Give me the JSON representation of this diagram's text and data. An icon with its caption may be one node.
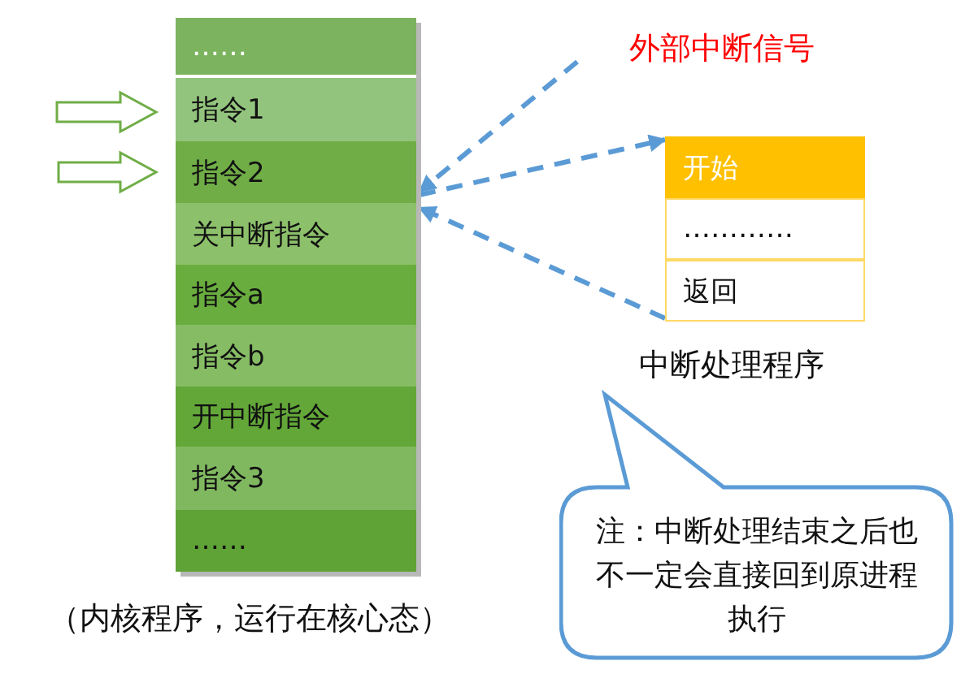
{
  "diagram": {
    "nodes": [
      {
        "text": [
          "……"
        ]
      },
      {
        "text": [
          "指令1"
        ]
      },
      {
        "text": [
          "指令2"
        ]
      },
      {
        "text": [
          "关中断指令"
        ]
      },
      {
        "text": [
          "指令a"
        ]
      },
      {
        "text": [
          "指令b"
        ]
      },
      {
        "text": [
          "开中断指令"
        ]
      },
      {
        "text": [
          "指令3"
        ]
      },
      {
        "text": [
          "……"
        ]
      },
      {
        "text": [
          "外部中断信号"
        ]
      },
      {
        "text": [
          "开始"
        ]
      },
      {
        "text": [
          "…………"
        ]
      },
      {
        "text": [
          "返回"
        ]
      },
      {
        "text": [
          "注：中断处理结束之后也不一定会直接回到原进程执行"
        ]
      }
    ],
    "edges": [
      {
        "from": 9,
        "to": 2,
        "arrow": "to",
        "style": "dashed"
      },
      {
        "from": 2,
        "to": 10,
        "arrow": "to",
        "style": "dashed"
      },
      {
        "from": 12,
        "to": 3,
        "arrow": "to",
        "style": "dashed"
      },
      {
        "from": null,
        "to": 1,
        "arrow": "to",
        "color": "#70ad47"
      },
      {
        "from": null,
        "to": 2,
        "arrow": "to",
        "color": "#70ad47"
      }
    ],
    "labels": [
      "中断处理程序",
      "（内核程序，运行在核心态）"
    ]
  }
}
